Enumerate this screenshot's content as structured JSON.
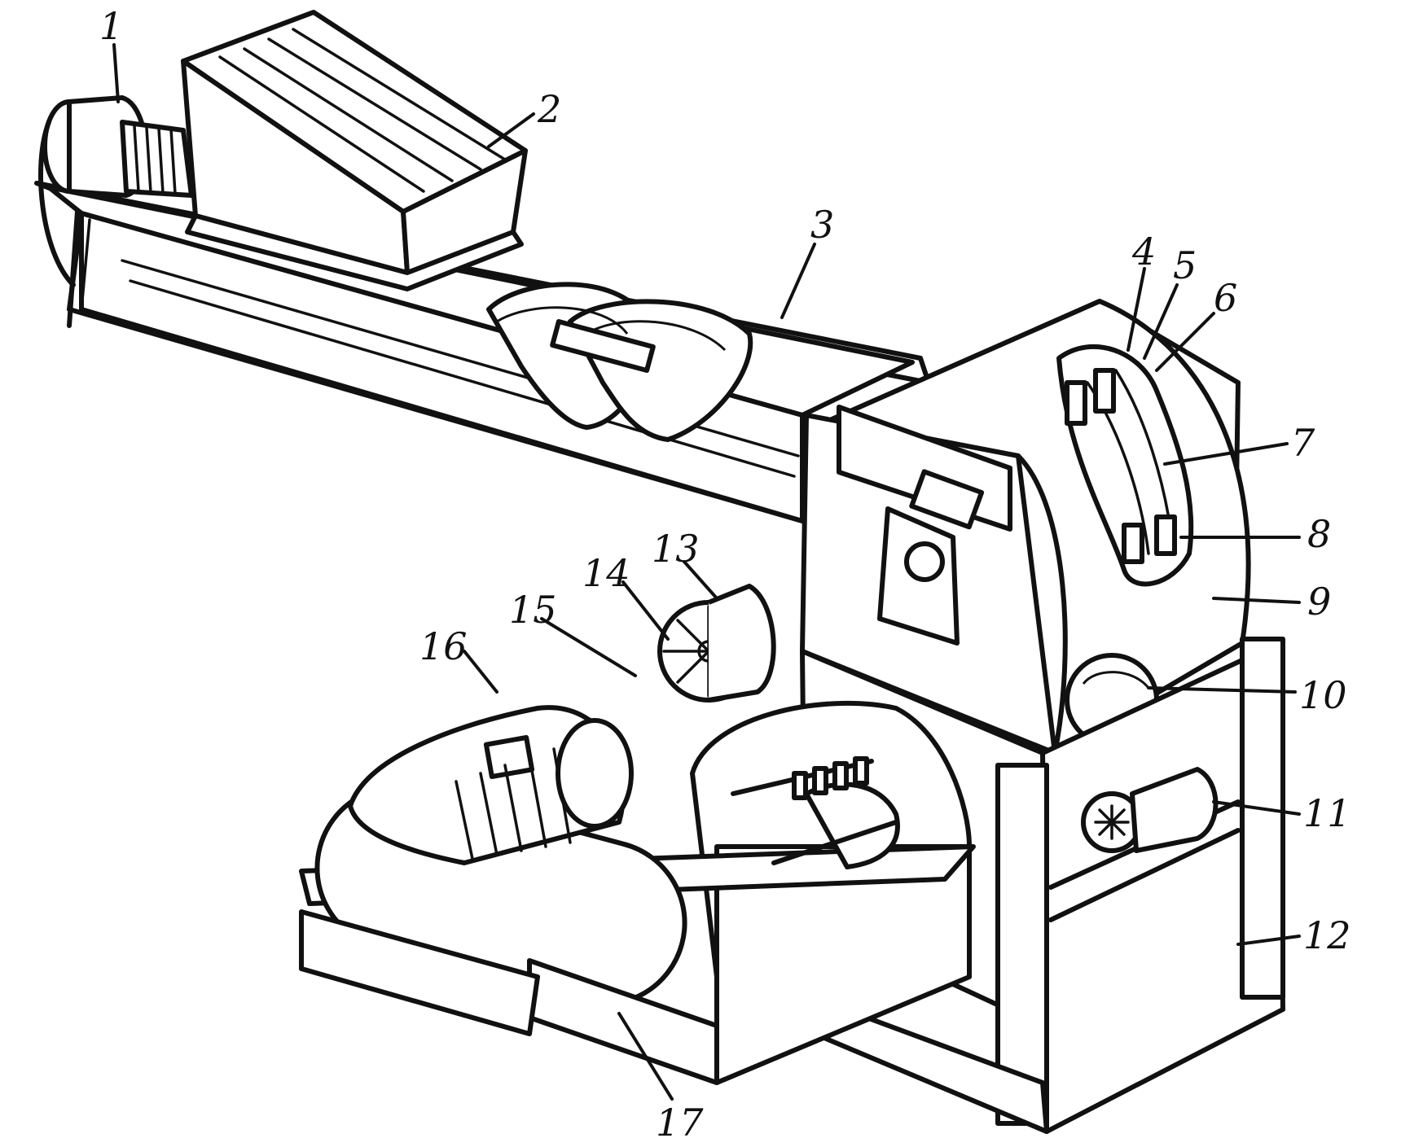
{
  "callouts": [
    {
      "id": 1,
      "text": "1"
    },
    {
      "id": 2,
      "text": "2"
    },
    {
      "id": 3,
      "text": "3"
    },
    {
      "id": 4,
      "text": "4"
    },
    {
      "id": 5,
      "text": "5"
    },
    {
      "id": 6,
      "text": "6"
    },
    {
      "id": 7,
      "text": "7"
    },
    {
      "id": 8,
      "text": "8"
    },
    {
      "id": 9,
      "text": "9"
    },
    {
      "id": 10,
      "text": "10"
    },
    {
      "id": 11,
      "text": "11"
    },
    {
      "id": 12,
      "text": "12"
    },
    {
      "id": 13,
      "text": "13"
    },
    {
      "id": 14,
      "text": "14"
    },
    {
      "id": 15,
      "text": "15"
    },
    {
      "id": 16,
      "text": "16"
    },
    {
      "id": 17,
      "text": "17"
    }
  ],
  "colors": {
    "ink": "#111111",
    "paper": "#ffffff"
  }
}
